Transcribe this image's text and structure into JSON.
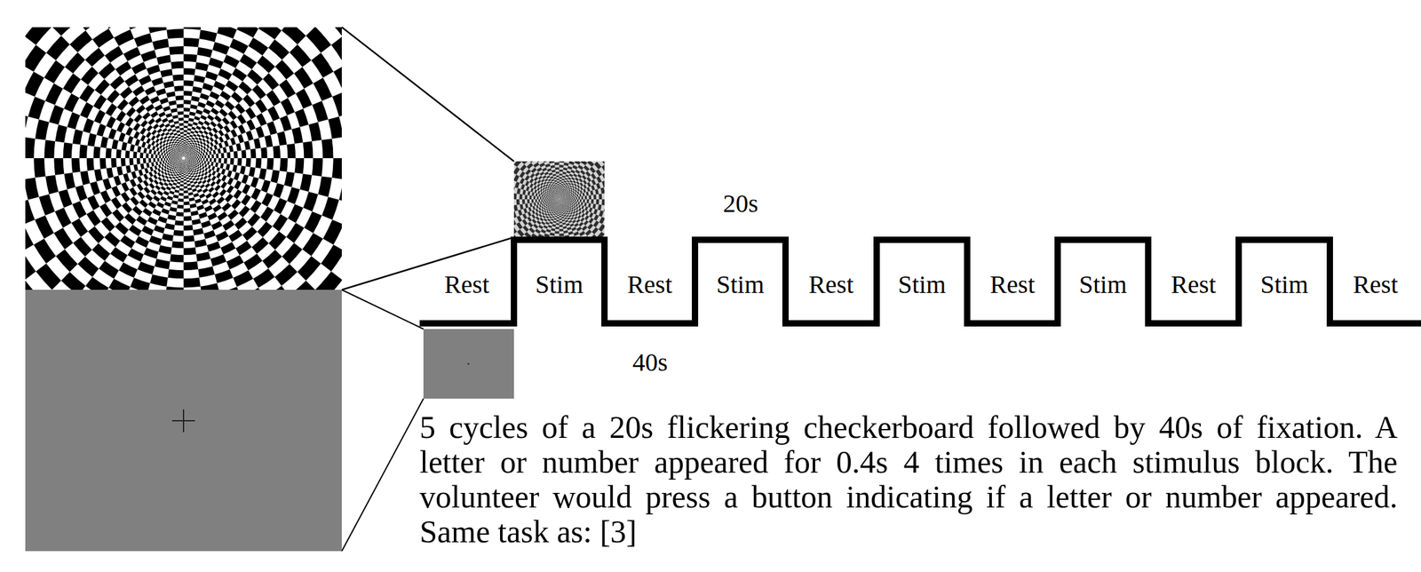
{
  "diagram": {
    "caption": "5 cycles of a 20s flickering checkerboard followed by 40s of fixation. A letter or number appeared for 0.4s 4 times in each stimulus block. The volunteer would press a button indicating if a letter or number appeared. Same task as: [3]",
    "labels": [
      "Rest",
      "Stim",
      "Rest",
      "Stim",
      "Rest",
      "Stim",
      "Rest",
      "Stim",
      "Rest",
      "Stim",
      "Rest",
      "20s",
      "40s"
    ]
  }
}
